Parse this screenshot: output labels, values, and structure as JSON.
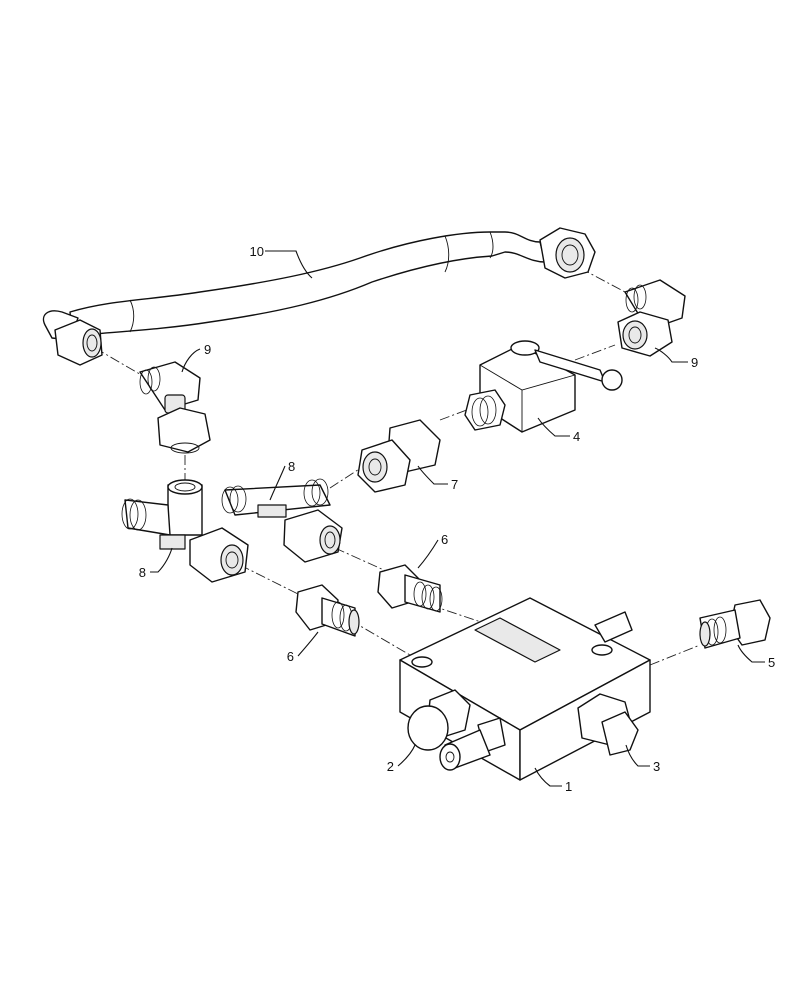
{
  "callouts": [
    {
      "id": "c1",
      "label": "1"
    },
    {
      "id": "c2",
      "label": "2"
    },
    {
      "id": "c3",
      "label": "3"
    },
    {
      "id": "c4",
      "label": "4"
    },
    {
      "id": "c5",
      "label": "5"
    },
    {
      "id": "c6a",
      "label": "6"
    },
    {
      "id": "c6b",
      "label": "6"
    },
    {
      "id": "c7",
      "label": "7"
    },
    {
      "id": "c8a",
      "label": "8"
    },
    {
      "id": "c8b",
      "label": "8"
    },
    {
      "id": "c9a",
      "label": "9"
    },
    {
      "id": "c9b",
      "label": "9"
    },
    {
      "id": "c10",
      "label": "10"
    }
  ]
}
